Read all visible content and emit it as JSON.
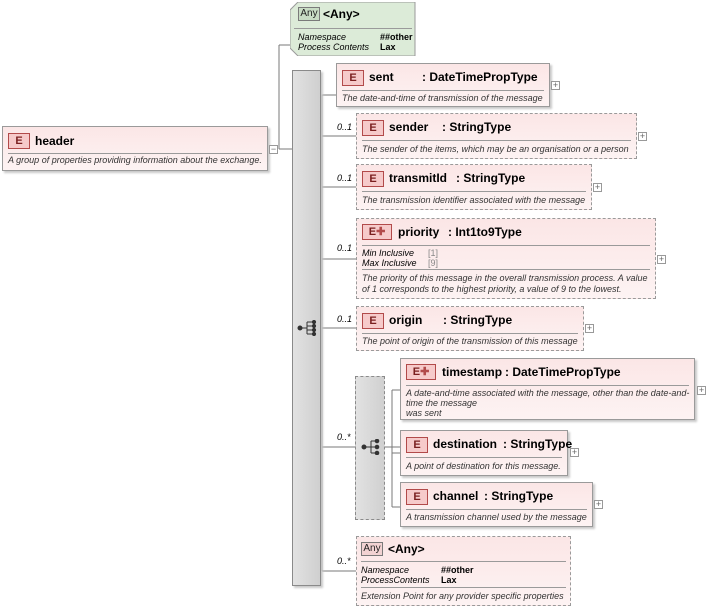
{
  "colors": {
    "element_fill": "#fbe6e6",
    "any_top_fill": "#dcebd8",
    "line": "#7a7a7a"
  },
  "header": {
    "badge": "E",
    "name": "header",
    "description": "A group of properties providing information about the exchange."
  },
  "any_top": {
    "badge": "Any",
    "name": "<Any>",
    "namespace_label": "Namespace",
    "namespace_value": "##other",
    "process_label": "Process Contents",
    "process_value": "Lax"
  },
  "sent": {
    "badge": "E",
    "name": "sent",
    "type": ": DateTimePropType",
    "description": "The date-and-time of transmission of the message"
  },
  "sender": {
    "badge": "E",
    "cardinality": "0..1",
    "name": "sender",
    "type": ": StringType",
    "description": "The sender of the items, which may be an organisation or a person"
  },
  "transmitId": {
    "badge": "E",
    "cardinality": "0..1",
    "name": "transmitId",
    "type": ": StringType",
    "description": "The transmission identifier associated with the message"
  },
  "priority": {
    "badge": "E",
    "cardinality": "0..1",
    "name": "priority",
    "type": ": Int1to9Type",
    "min_label": "Min Inclusive",
    "min_value": "[1]",
    "max_label": "Max Inclusive",
    "max_value": "[9]",
    "description_line1": "The priority of this message in the overall transmission process. A value",
    "description_line2": "of 1 corresponds to the highest priority, a value of 9 to the lowest."
  },
  "origin": {
    "badge": "E",
    "cardinality": "0..1",
    "name": "origin",
    "type": ": StringType",
    "description": "The point of origin of the transmission of this message"
  },
  "choice_group": {
    "cardinality": "0..*"
  },
  "timestamp": {
    "badge": "E",
    "name": "timestamp",
    "type": ": DateTimePropType",
    "description_line1": "A date-and-time associated with the message, other than the date-and-",
    "description_line2": "time the message",
    "description_line3": "was sent"
  },
  "destination": {
    "badge": "E",
    "name": "destination",
    "type": ": StringType",
    "description": "A point of destination for this message."
  },
  "channel": {
    "badge": "E",
    "name": "channel",
    "type": ": StringType",
    "description": "A transmission channel used by the message"
  },
  "any_bottom": {
    "badge": "Any",
    "cardinality": "0..*",
    "name": "<Any>",
    "namespace_label": "Namespace",
    "namespace_value": "##other",
    "process_label": "ProcessContents",
    "process_value": "Lax",
    "description": "Extension Point for any provider specific properties"
  },
  "expand_symbol": "+",
  "collapse_symbol": "−"
}
